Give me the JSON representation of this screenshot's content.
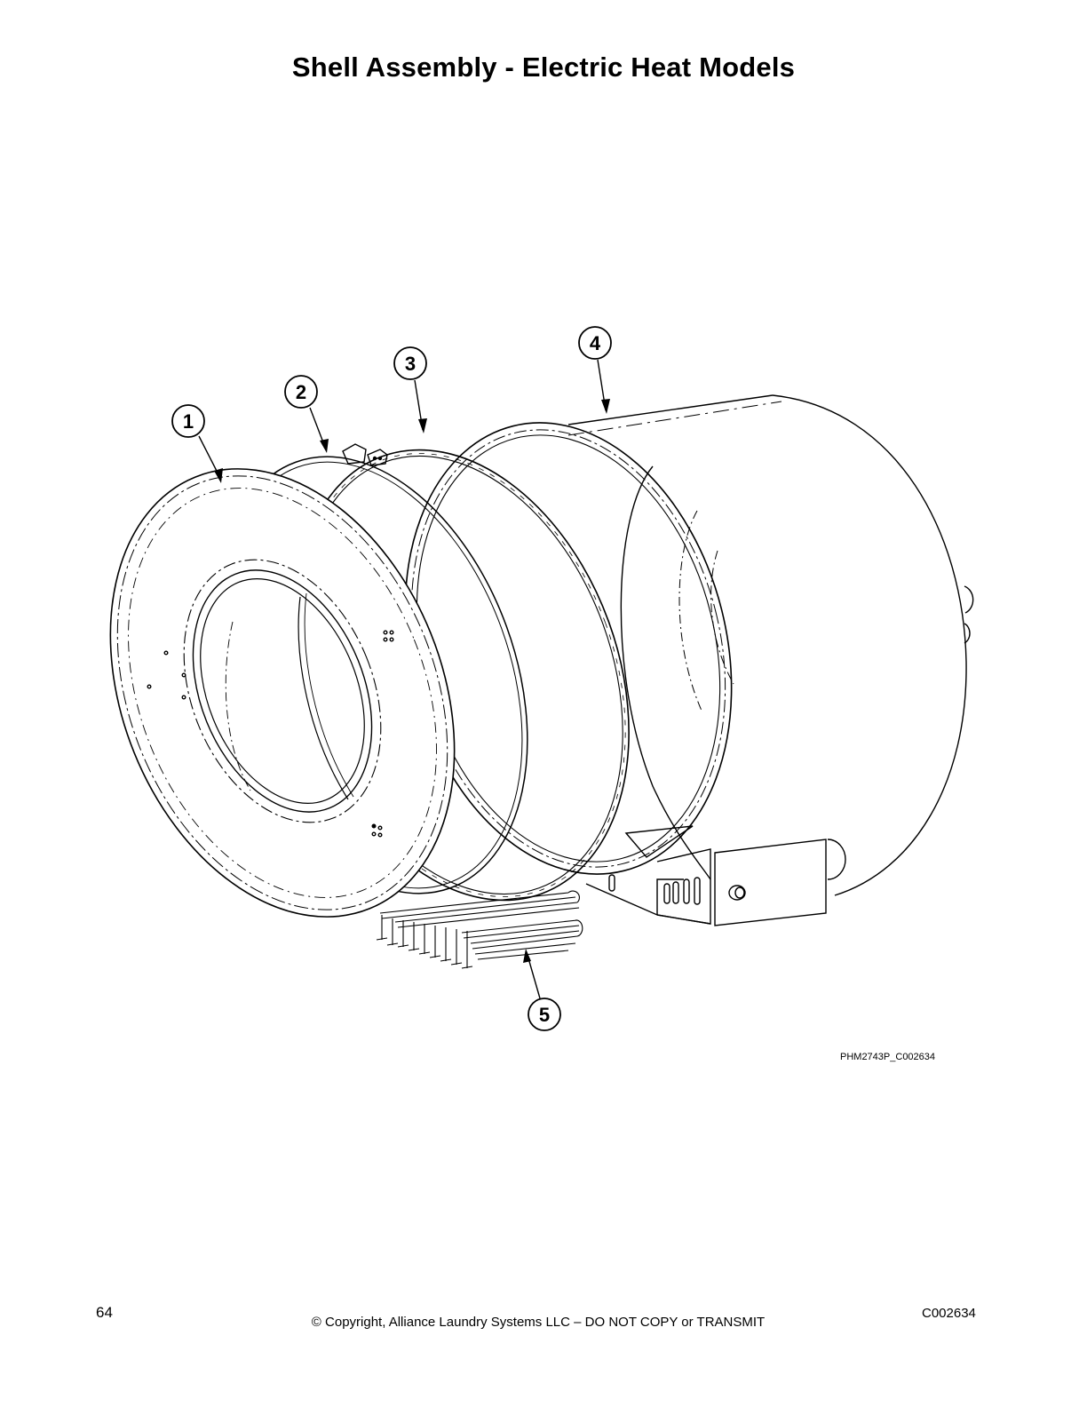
{
  "page": {
    "title": "Shell Assembly - Electric Heat Models",
    "figure_id": "PHM2743P_C002634",
    "footer": {
      "page_number": "64",
      "copyright": "© Copyright, Alliance Laundry Systems LLC – DO NOT COPY or TRANSMIT",
      "doc_code": "C002634"
    }
  },
  "callouts": [
    {
      "label": "1",
      "part": "front-panel-ring"
    },
    {
      "label": "2",
      "part": "front-band-clamp"
    },
    {
      "label": "3",
      "part": "rear-band-clamp"
    },
    {
      "label": "4",
      "part": "shell-drum"
    },
    {
      "label": "5",
      "part": "heating-element"
    }
  ],
  "colors": {
    "ink": "#000000",
    "paper": "#ffffff"
  }
}
